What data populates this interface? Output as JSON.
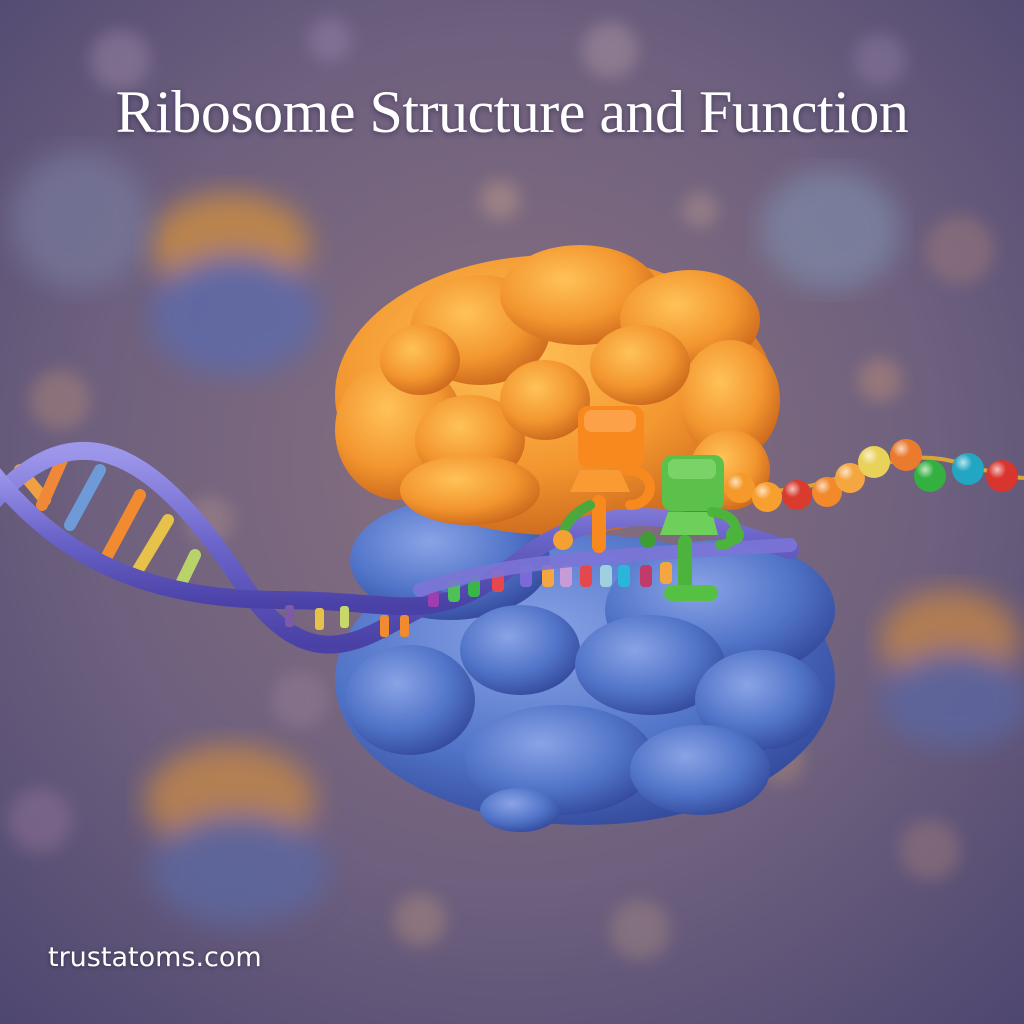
{
  "header": {
    "title": "Ribosome Structure and Function"
  },
  "footer": {
    "watermark": "trustatoms.com"
  },
  "illustration": {
    "subject": "ribosome translating mRNA",
    "elements": [
      "large-subunit",
      "small-subunit",
      "mrna-helix",
      "trna-orange",
      "trna-green",
      "polypeptide-chain",
      "background-ribosomes"
    ],
    "colors": {
      "large_subunit": "#f0932e",
      "small_subunit": "#4f6fc4",
      "mrna_backbone": "#6a63c8",
      "trna_orange": "#f7891f",
      "trna_green": "#5cc14a",
      "background": "#6b5f80",
      "title_text": "#ffffff"
    },
    "polypeptide_beads": [
      "#f59a2a",
      "#f7a030",
      "#d93b2f",
      "#f28a2c",
      "#f5a640",
      "#e9d25a",
      "#ea7a2e",
      "#33b040",
      "#22a6c2",
      "#d8352e"
    ]
  }
}
